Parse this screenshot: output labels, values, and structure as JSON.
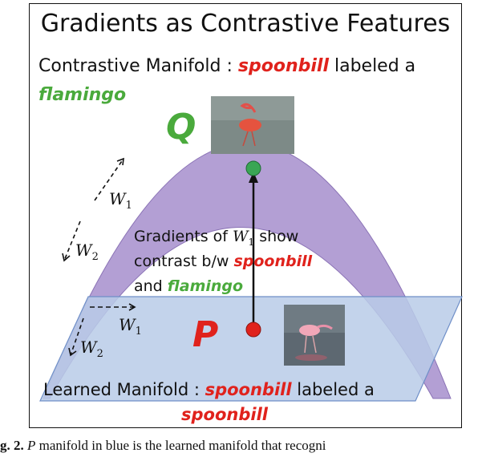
{
  "title": "Gradients as Contrastive Features",
  "contrastive_manifold": {
    "prefix": "Contrastive Manifold : ",
    "highlight1": "spoonbill",
    "middle": " labeled a",
    "highlight2": "flamingo",
    "point_label": "Q"
  },
  "learned_manifold": {
    "prefix": "Learned Manifold : ",
    "highlight1": "spoonbill",
    "middle": " labeled a",
    "highlight2": "spoonbill",
    "point_label": "P"
  },
  "axes": {
    "upper_w1": "W",
    "upper_w1_sub": "1",
    "upper_w2": "W",
    "upper_w2_sub": "2",
    "lower_w1": "W",
    "lower_w1_sub": "1",
    "lower_w2": "W",
    "lower_w2_sub": "2"
  },
  "gradient_text": {
    "line1_prefix": "Gradients of ",
    "line1_math": "W",
    "line1_sub": "1",
    "line1_suffix": " show",
    "line2_prefix": "contrast b/w ",
    "line2_highlight": "spoonbill",
    "line3_prefix": "and ",
    "line3_highlight": "flamingo"
  },
  "caption": {
    "fig": "g. 2.",
    "math": "P",
    "rest": " manifold in blue is the learned manifold that recogni"
  },
  "colors": {
    "purple_band": "#b39fd4",
    "blue_plane": "#b8cbe8",
    "red": "#e0221c",
    "green": "#4aaa3c",
    "q_point": "#3aa655",
    "p_point": "#e0221c"
  }
}
